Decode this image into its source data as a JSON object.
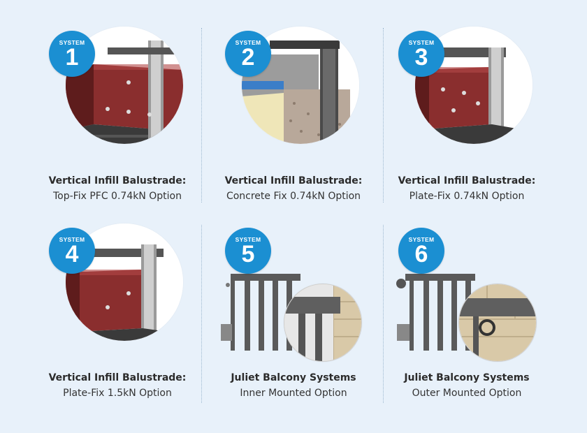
{
  "badge_label": "SYSTEM",
  "colors": {
    "badge": "#1b8fd2",
    "background": "#e8f1fa",
    "steel": "#7a2a2a"
  },
  "systems": [
    {
      "number": "1",
      "title": "Vertical Infill Balustrade:",
      "subtitle": "Top-Fix PFC 0.74kN Option",
      "image": "top-fix-pfc-section"
    },
    {
      "number": "2",
      "title": "Vertical Infill Balustrade:",
      "subtitle": "Concrete Fix 0.74kN Option",
      "image": "concrete-fix-section"
    },
    {
      "number": "3",
      "title": "Vertical Infill Balustrade:",
      "subtitle": "Plate-Fix 0.74kN Option",
      "image": "plate-fix-section"
    },
    {
      "number": "4",
      "title": "Vertical Infill Balustrade:",
      "subtitle": "Plate-Fix 1.5kN Option",
      "image": "plate-fix-1-5kn-section"
    },
    {
      "number": "5",
      "title": "Juliet Balcony Systems",
      "subtitle": "Inner Mounted Option",
      "image": "juliet-inner-mounted"
    },
    {
      "number": "6",
      "title": "Juliet Balcony Systems",
      "subtitle": "Outer Mounted Option",
      "image": "juliet-outer-mounted"
    }
  ]
}
